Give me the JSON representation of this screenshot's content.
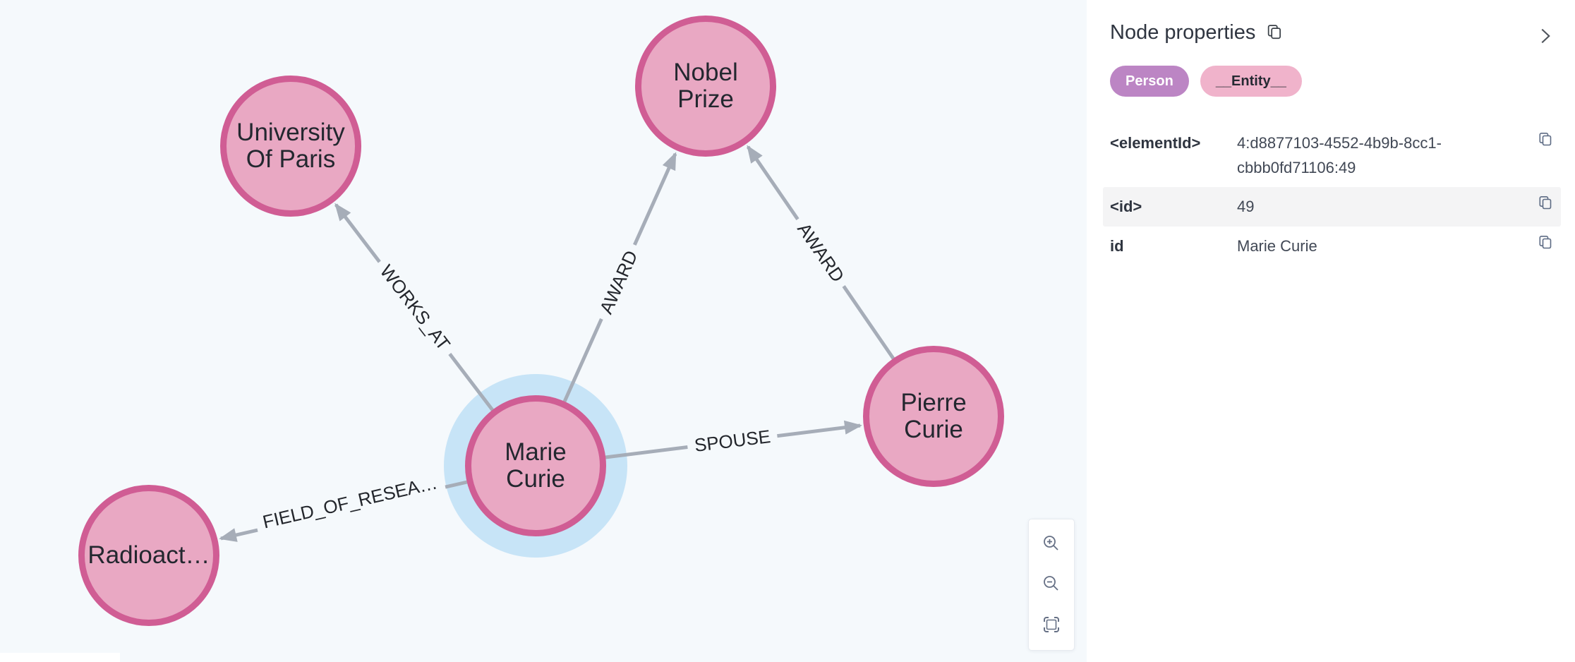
{
  "canvas": {
    "nodes": [
      {
        "id": "university",
        "label": "University\nOf Paris"
      },
      {
        "id": "nobel-prize",
        "label": "Nobel\nPrize"
      },
      {
        "id": "marie-curie",
        "label": "Marie\nCurie",
        "selected": true
      },
      {
        "id": "pierre-curie",
        "label": "Pierre\nCurie"
      },
      {
        "id": "radioactivity",
        "label": "Radioact…"
      }
    ],
    "edges": [
      {
        "label": "WORKS_AT",
        "from": "marie-curie",
        "to": "university"
      },
      {
        "label": "AWARD",
        "from": "marie-curie",
        "to": "nobel-prize"
      },
      {
        "label": "AWARD",
        "from": "pierre-curie",
        "to": "nobel-prize"
      },
      {
        "label": "SPOUSE",
        "from": "marie-curie",
        "to": "pierre-curie"
      },
      {
        "label": "FIELD_OF_RESEA…",
        "from": "marie-curie",
        "to": "radioactivity"
      }
    ],
    "colors": {
      "background": "#f5f9fc",
      "node_fill": "#e9a8c3",
      "node_border": "#d05d94",
      "selection_halo": "#c7e4f7",
      "edge": "#a6adb8",
      "label_text": "#23262c"
    }
  },
  "zoom_controls": {
    "zoom_in_icon": "magnifier-plus",
    "zoom_out_icon": "magnifier-minus",
    "fit_icon": "fit-to-view"
  },
  "panel": {
    "title": "Node properties",
    "copy_icon": "copy",
    "collapse_icon": "chevron-right",
    "labels": [
      {
        "text": "Person",
        "bg": "#bc85c4",
        "color": "#ffffff"
      },
      {
        "text": "__Entity__",
        "bg": "#f0b3cb",
        "color": "#262a33"
      }
    ],
    "properties": [
      {
        "key": "<elementId>",
        "value": "4:d8877103-4552-4b9b-8cc1-cbbb0fd71106:49",
        "highlight": false
      },
      {
        "key": "<id>",
        "value": "49",
        "highlight": true
      },
      {
        "key": "id",
        "value": "Marie Curie",
        "highlight": false
      }
    ]
  }
}
